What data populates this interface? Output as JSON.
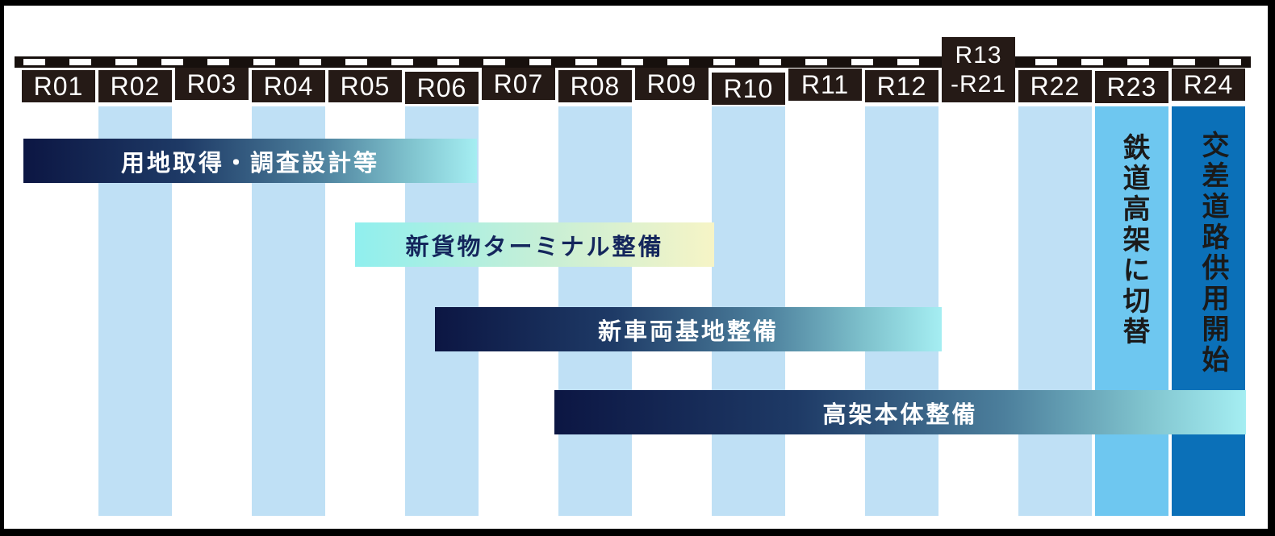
{
  "colors": {
    "label_box": "#251a16",
    "stripe_pale": "#bfe0f5",
    "stripe_r23": "#6ec7f0",
    "stripe_r24": "#0b70b8",
    "bar_dark_gradient_start": "#0c1643",
    "bar_dark_gradient_end": "#a5eef2",
    "bar_light_gradient_start": "#90efee",
    "bar_light_gradient_end": "#f6f4c6",
    "bar_light_text": "#14265c",
    "annotation_text": "#1a1a1a"
  },
  "timeline": {
    "columns": [
      {
        "label": "R01"
      },
      {
        "label": "R02"
      },
      {
        "label": "R03"
      },
      {
        "label": "R04"
      },
      {
        "label": "R05"
      },
      {
        "label": "R06"
      },
      {
        "label": "R07"
      },
      {
        "label": "R08"
      },
      {
        "label": "R09"
      },
      {
        "label": "R10"
      },
      {
        "label": "R11"
      },
      {
        "label": "R12"
      },
      {
        "label": "R13\n-R21"
      },
      {
        "label": "R22"
      },
      {
        "label": "R23"
      },
      {
        "label": "R24"
      }
    ]
  },
  "bars": {
    "land": {
      "label": "用地取得・調査設計等"
    },
    "terminal": {
      "label": "新貨物ターミナル整備"
    },
    "depot": {
      "label": "新車両基地整備"
    },
    "viaduct": {
      "label": "高架本体整備"
    }
  },
  "annotations": {
    "r23": {
      "label": "鉄道高架に切替"
    },
    "r24": {
      "label": "交差道路供用開始"
    }
  },
  "chart_data": {
    "type": "bar",
    "subtype": "gantt-schedule",
    "title": "",
    "categories": [
      "R01",
      "R02",
      "R03",
      "R04",
      "R05",
      "R06",
      "R07",
      "R08",
      "R09",
      "R10",
      "R11",
      "R12",
      "R13-R21",
      "R22",
      "R23",
      "R24"
    ],
    "tasks": [
      {
        "name": "用地取得・調査設計等",
        "start": "R01",
        "end": "R06",
        "gradient": "dark-navy-to-cyan",
        "text_color": "white"
      },
      {
        "name": "新貨物ターミナル整備",
        "start": "R05",
        "end": "R09",
        "gradient": "cyan-to-pale-yellow",
        "text_color": "navy"
      },
      {
        "name": "新車両基地整備",
        "start": "R06",
        "end": "R12",
        "gradient": "dark-navy-to-cyan",
        "text_color": "white"
      },
      {
        "name": "高架本体整備",
        "start": "R08",
        "end": "R24",
        "gradient": "dark-navy-to-cyan",
        "text_color": "white"
      }
    ],
    "milestones": [
      {
        "year": "R23",
        "label": "鉄道高架に切替",
        "column_color": "#6ec7f0"
      },
      {
        "year": "R24",
        "label": "交差道路供用開始",
        "column_color": "#0b70b8"
      }
    ],
    "shaded_years_pale": [
      "R02",
      "R04",
      "R06",
      "R08",
      "R10",
      "R12",
      "R22"
    ],
    "legend": "off",
    "grid": "off",
    "decoration": "railway-track graphic along top axis"
  }
}
